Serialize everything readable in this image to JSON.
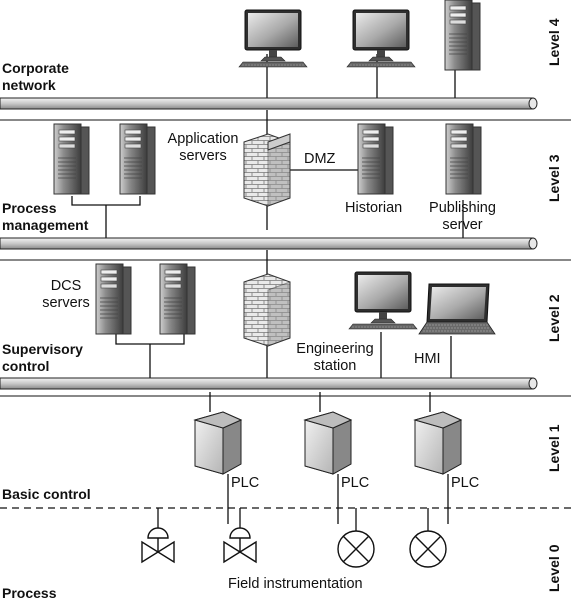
{
  "levels": {
    "l4": "Level 4",
    "l3": "Level 3",
    "l2": "Level 2",
    "l1": "Level 1",
    "l0": "Level 0"
  },
  "zones": {
    "corporate_line1": "Corporate",
    "corporate_line2": "network",
    "process_mgmt_line1": "Process",
    "process_mgmt_line2": "management",
    "supervisory_line1": "Supervisory",
    "supervisory_line2": "control",
    "basic_control": "Basic control",
    "process": "Process"
  },
  "nodes": {
    "app_servers_line1": "Application",
    "app_servers_line2": "servers",
    "dmz": "DMZ",
    "historian": "Historian",
    "publishing_line1": "Publishing",
    "publishing_line2": "server",
    "dcs_line1": "DCS",
    "dcs_line2": "servers",
    "eng_line1": "Engineering",
    "eng_line2": "station",
    "hmi": "HMI",
    "plc1": "PLC",
    "plc2": "PLC",
    "plc3": "PLC",
    "field": "Field instrumentation"
  },
  "icons": [
    "desktop-icon",
    "server-icon",
    "firewall-icon",
    "laptop-icon",
    "plc-icon",
    "valve-icon",
    "instrument-icon"
  ]
}
